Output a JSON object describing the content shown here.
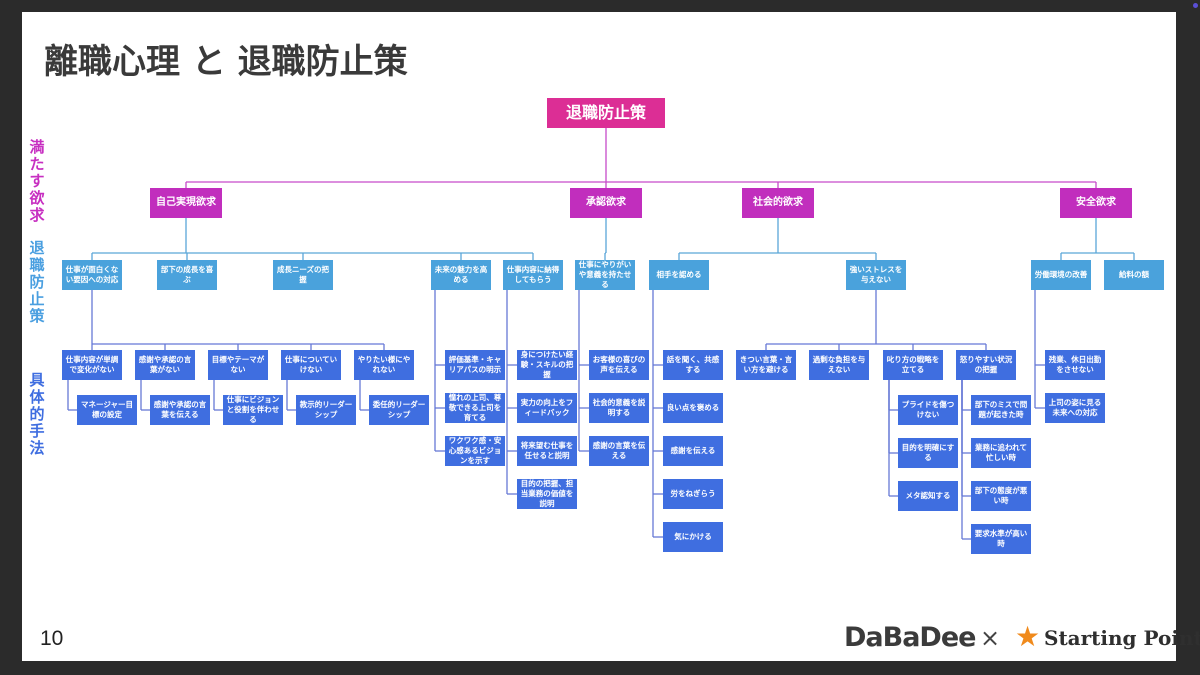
{
  "slide": {
    "title": "離職心理 と 退職防止策",
    "page_number": "10",
    "side_labels": [
      {
        "text": "満たす欲求",
        "color": "#c72fc1"
      },
      {
        "text": "退職防止策",
        "color": "#4a9fe0"
      },
      {
        "text": "具体的手法",
        "color": "#3f6ee0"
      }
    ],
    "logos": {
      "left": "DaBaDee",
      "separator": "×",
      "star": "★",
      "right": "Starting Point"
    }
  },
  "colors": {
    "root": "#dc2e95",
    "need": "#c12ebd",
    "measure": "#4aa2dc",
    "method": "#3f6ee0",
    "line_root": "#c74bc9",
    "line_need": "#5aa6d8",
    "line_measure": "#6678d6"
  },
  "tree": {
    "root": "退職防止策",
    "needs": [
      {
        "label": "自己実現欲求",
        "measures": [
          {
            "label": "仕事が面白くない要因への対応",
            "methods": [
              {
                "label": "仕事内容が単調で変化がない",
                "sub": [
                  "マネージャー目標の設定"
                ]
              },
              {
                "label": "感謝や承認の言葉がない",
                "sub": [
                  "感謝や承認の言葉を伝える"
                ]
              },
              {
                "label": "目標やテーマがない",
                "sub": [
                  "仕事にビジョンと役割を伴わせる"
                ]
              },
              {
                "label": "仕事についていけない",
                "sub": [
                  "教示的リーダーシップ"
                ]
              },
              {
                "label": "やりたい様にやれない",
                "sub": [
                  "委任的リーダーシップ"
                ]
              }
            ]
          },
          {
            "label": "部下の成長を喜ぶ",
            "methods": []
          },
          {
            "label": "成長ニーズの把握",
            "methods": []
          },
          {
            "label": "未来の魅力を高める",
            "methods": [
              {
                "label": "評価基準・キャリアパスの明示",
                "sub": []
              },
              {
                "label": "憧れの上司、尊敬できる上司を育てる",
                "sub": []
              },
              {
                "label": "ワクワク感・安心感あるビジョンを示す",
                "sub": []
              }
            ]
          },
          {
            "label": "仕事内容に納得してもらう",
            "methods": [
              {
                "label": "身につけたい経験・スキルの把握",
                "sub": []
              },
              {
                "label": "実力の向上をフィードバック",
                "sub": []
              },
              {
                "label": "将来望む仕事を任せると説明",
                "sub": []
              },
              {
                "label": "目的の把握、担当業務の価値を説明",
                "sub": []
              }
            ]
          }
        ]
      },
      {
        "label": "承認欲求",
        "measures": [
          {
            "label": "仕事にやりがいや意義を持たせる",
            "methods": [
              {
                "label": "お客様の喜びの声を伝える",
                "sub": []
              },
              {
                "label": "社会的意義を説明する",
                "sub": []
              },
              {
                "label": "感謝の言葉を伝える",
                "sub": []
              }
            ]
          }
        ]
      },
      {
        "label": "社会的欲求",
        "measures": [
          {
            "label": "相手を認める",
            "methods": [
              {
                "label": "話を聞く、共感する",
                "sub": []
              },
              {
                "label": "良い点を褒める",
                "sub": []
              },
              {
                "label": "感謝を伝える",
                "sub": []
              },
              {
                "label": "労をねぎらう",
                "sub": []
              },
              {
                "label": "気にかける",
                "sub": []
              }
            ]
          },
          {
            "label": "強いストレスを与えない",
            "methods": [
              {
                "label": "きつい言葉・言い方を避ける",
                "sub": []
              },
              {
                "label": "過剰な負担を与えない",
                "sub": []
              },
              {
                "label": "叱り方の戦略を立てる",
                "sub": [
                  "プライドを傷つけない",
                  "目的を明確にする",
                  "メタ認知する"
                ]
              },
              {
                "label": "怒りやすい状況の把握",
                "sub": [
                  "部下のミスで問題が起きた時",
                  "業務に追われて忙しい時",
                  "部下の態度が悪い時",
                  "要求水準が高い時"
                ]
              }
            ]
          }
        ]
      },
      {
        "label": "安全欲求",
        "measures": [
          {
            "label": "労働環境の改善",
            "methods": [
              {
                "label": "残業、休日出勤をさせない",
                "sub": []
              },
              {
                "label": "上司の姿に見る未来への対応",
                "sub": []
              }
            ]
          },
          {
            "label": "給料の額",
            "methods": []
          }
        ]
      }
    ]
  }
}
